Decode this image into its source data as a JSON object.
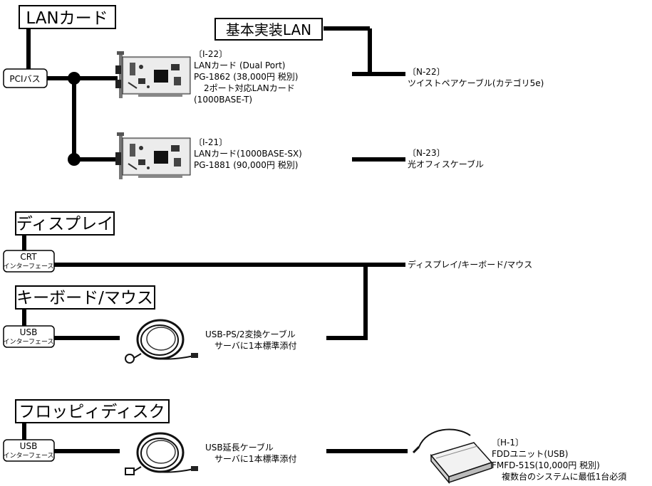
{
  "sections": {
    "lan": {
      "title": "LANカード",
      "bus": "PCIバス"
    },
    "onboard": {
      "title": "基本実装LAN"
    },
    "display": {
      "title": "ディスプレイ",
      "port_line1": "CRT",
      "port_line2": "インターフェース"
    },
    "keyboard": {
      "title": "キーボード/マウス",
      "port_line1": "USB",
      "port_line2": "インターフェース"
    },
    "floppy": {
      "title": "フロッピィディスク",
      "port_line1": "USB",
      "port_line2": "インターフェース"
    }
  },
  "products": {
    "i22": {
      "code": "〔I-22〕",
      "line1": "LANカード (Dual Port)",
      "line2": "PG-1862 (38,000円 税別)",
      "line3": "2ポート対応LANカード",
      "line4": "(1000BASE-T)"
    },
    "i21": {
      "code": "〔I-21〕",
      "line1": "LANカード(1000BASE-SX)",
      "line2": "PG-1881 (90,000円 税別)"
    },
    "n22": {
      "code": "〔N-22〕",
      "line1": "ツイストペアケーブル(カテゴリ5e)"
    },
    "n23": {
      "code": "〔N-23〕",
      "line1": "光オフィスケーブル"
    },
    "display_out": {
      "line1": "ディスプレイ/キーボード/マウス"
    },
    "usb_ps2": {
      "line1": "USB-PS/2変換ケーブル",
      "line2": "サーバに1本標準添付"
    },
    "usb_ext": {
      "line1": "USB延長ケーブル",
      "line2": "サーバに1本標準添付"
    },
    "h1": {
      "code": "〔H-1〕",
      "line1": "FDDユニット(USB)",
      "line2": "FMFD-51S(10,000円 税別)",
      "line3": "複数台のシステムに最低1台必須"
    }
  }
}
